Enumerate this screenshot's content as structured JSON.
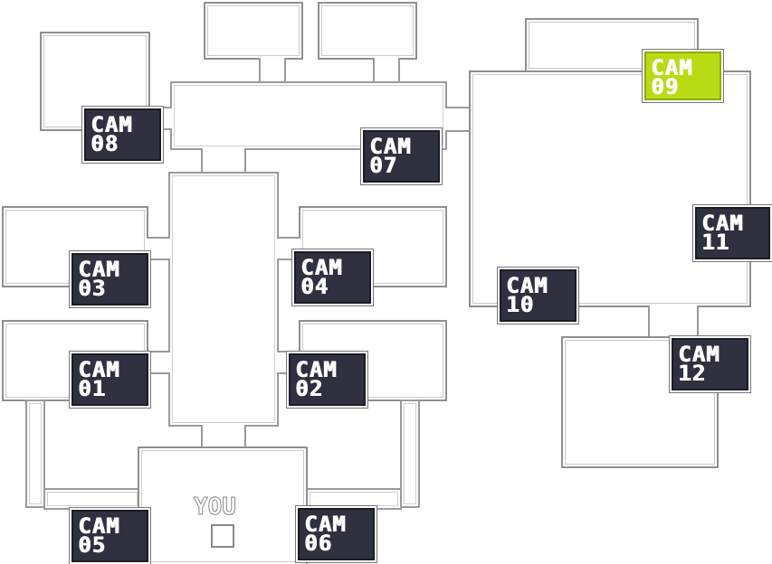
{
  "map": {
    "player_label": "YOU",
    "active_camera": "cam-09",
    "accent_color": "#b7dc14",
    "button_color": "#2f3140",
    "cameras": [
      {
        "id": "cam-01",
        "prefix": "CAM",
        "number": "01"
      },
      {
        "id": "cam-02",
        "prefix": "CAM",
        "number": "02"
      },
      {
        "id": "cam-03",
        "prefix": "CAM",
        "number": "03"
      },
      {
        "id": "cam-04",
        "prefix": "CAM",
        "number": "04"
      },
      {
        "id": "cam-05",
        "prefix": "CAM",
        "number": "05"
      },
      {
        "id": "cam-06",
        "prefix": "CAM",
        "number": "06"
      },
      {
        "id": "cam-07",
        "prefix": "CAM",
        "number": "07"
      },
      {
        "id": "cam-08",
        "prefix": "CAM",
        "number": "08"
      },
      {
        "id": "cam-09",
        "prefix": "CAM",
        "number": "09"
      },
      {
        "id": "cam-10",
        "prefix": "CAM",
        "number": "10"
      },
      {
        "id": "cam-11",
        "prefix": "CAM",
        "number": "11"
      },
      {
        "id": "cam-12",
        "prefix": "CAM",
        "number": "12"
      }
    ]
  }
}
